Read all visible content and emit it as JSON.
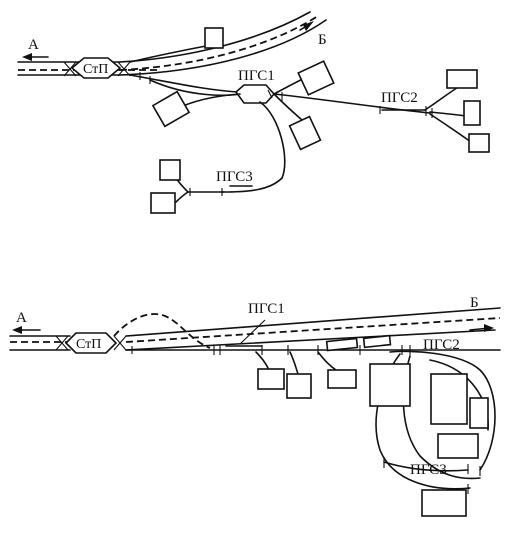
{
  "diagram_top": {
    "direction_a": "А",
    "direction_b": "Б",
    "station": "СтП",
    "pgs1": "ПГС1",
    "pgs2": "ПГС2",
    "pgs3": "ПГС3"
  },
  "diagram_bottom": {
    "direction_a": "А",
    "direction_b": "Б",
    "station": "СтП",
    "pgs1": "ПГС1",
    "pgs2": "ПГС2",
    "pgs3": "ПГС3"
  }
}
